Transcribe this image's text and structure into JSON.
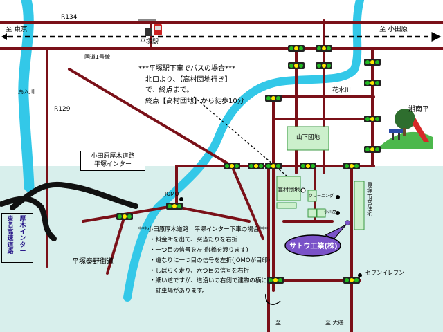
{
  "colors": {
    "road": "#7a1018",
    "river": "#33c8e8",
    "land_shade": "#d8efec",
    "building": "#ccf0cc",
    "building_border": "#3c9a44",
    "company_fill": "#7a52c8",
    "company_text": "#ffffff",
    "signal_green": "#22bb22",
    "signal_yellow": "#ffe800",
    "highway": "#111111"
  },
  "labels": {
    "r134": "R134",
    "to_tokyo": "至 東京",
    "to_odawara": "至 小田原",
    "hiratsuka_station": "平塚駅",
    "route1": "国道1号線",
    "kaneiri_river": "馬入川",
    "r129": "R129",
    "hanamizu_river": "花水川",
    "shonan_daira": "湘南平",
    "yamashita_danchi": "山下団地",
    "takamura_danchi": "高村団地",
    "cleaning": "クリーニング",
    "ogawaya": "小川屋",
    "jomo": "JOMO",
    "hiratsuka_hadano_road": "平塚秦野街道",
    "seven_eleven": "セブンイレブン",
    "to_oiso": "至 大磯",
    "to_oiso_symbol": "至",
    "kaizuka_housing": [
      "貝",
      "塚",
      "市",
      "営",
      "住",
      "宅"
    ],
    "tomei_expressway": [
      "東",
      "名",
      "高",
      "速",
      "道",
      "路"
    ],
    "tomei_interchange": [
      "厚",
      "木",
      "イ",
      "ン",
      "タ",
      "ー"
    ],
    "company_name": "サトウ工業(株)"
  },
  "callouts": {
    "odawara_atsugi_road": "小田原厚木道路",
    "hiratsuka_ic": "平塚インター"
  },
  "bus_note": {
    "title": "***平塚駅下車でバスの場合***",
    "lines": [
      "北口より、【高村団地行き】",
      "で、終点まで。",
      "終点【高村団地】から徒歩10分"
    ]
  },
  "car_note": {
    "title": "***小田原厚木道路　平塚インター下車の場合***",
    "lines": [
      "・料金所を出て、突当たりを右折",
      "・一つ目の信号を左折(橋を渡ります)",
      "・道なりに一つ目の信号を左折(JOMOが目印)",
      "・しばらく走り、六つ目の信号を右折",
      "・細い道ですが、道沿いの右側で建物の横に",
      "　駐車場があります。"
    ]
  }
}
